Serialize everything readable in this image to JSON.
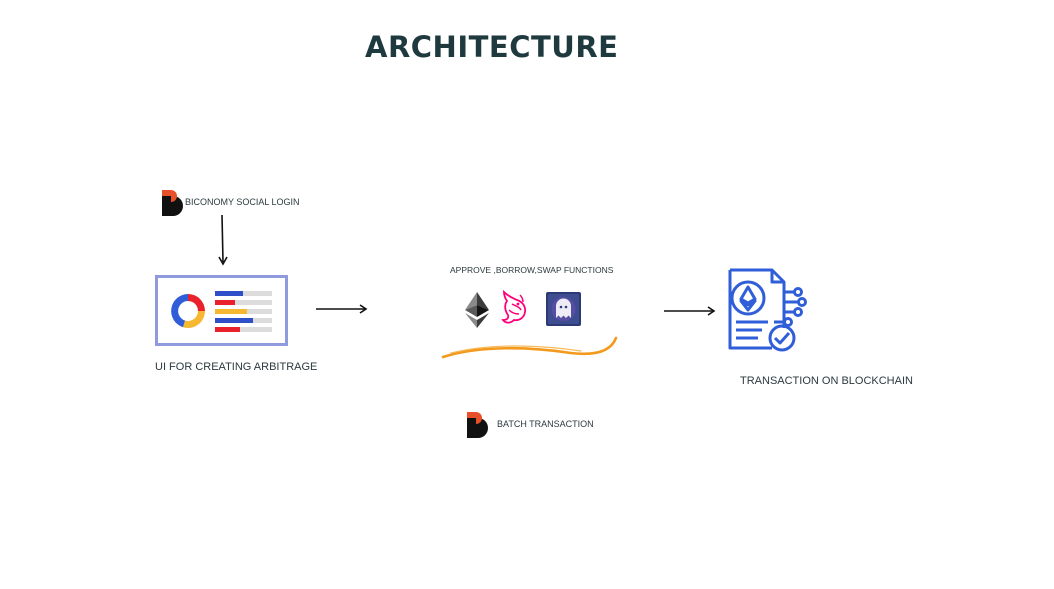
{
  "title": "ARCHITECTURE",
  "nodes": {
    "biconomy_login": {
      "label": "BICONOMY SOCIAL LOGIN",
      "icon": "biconomy-logo-icon"
    },
    "ui": {
      "label": "UI FOR CREATING ARBITRAGE",
      "icon": "dashboard-ui-icon"
    },
    "functions": {
      "label": "APPROVE ,BORROW,SWAP FUNCTIONS",
      "icons": [
        "ethereum-icon",
        "uniswap-icon",
        "aave-ghost-icon"
      ]
    },
    "batch": {
      "label": "BATCH TRANSACTION",
      "icon": "biconomy-logo-icon"
    },
    "blockchain": {
      "label": "TRANSACTION ON BLOCKCHAIN",
      "icon": "blockchain-transaction-icon"
    }
  },
  "colors": {
    "title": "#1e3a3f",
    "biconomy_black": "#111111",
    "biconomy_orange": "#e8502a",
    "ui_frame": "#8f9bdc",
    "blue": "#2f5ed8",
    "uniswap_pink": "#ff007a",
    "aave_purple": "#2d3a76",
    "swoosh_orange": "#f39a1c"
  }
}
